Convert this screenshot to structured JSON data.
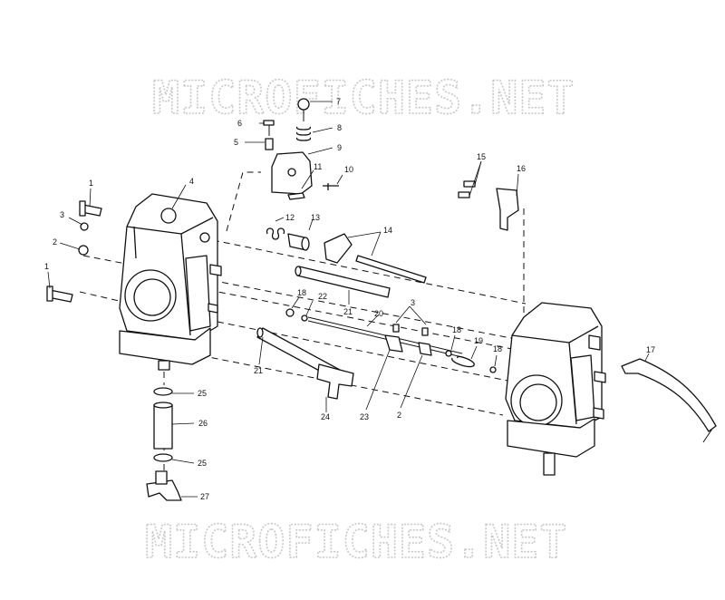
{
  "watermark": {
    "text": "MICROFICHES.NET"
  },
  "callouts": {
    "c1a": "1",
    "c1b": "1",
    "c2a": "2",
    "c2b": "2",
    "c3a": "3",
    "c3b": "3",
    "c4": "4",
    "c5": "5",
    "c6": "6",
    "c7": "7",
    "c8": "8",
    "c9": "9",
    "c10": "10",
    "c11": "11",
    "c12": "12",
    "c13": "13",
    "c14": "14",
    "c15": "15",
    "c16": "16",
    "c17": "17",
    "c18a": "18",
    "c18b": "18",
    "c18c": "18",
    "c19": "19",
    "c20": "20",
    "c21a": "21",
    "c21b": "21",
    "c22": "22",
    "c23": "23",
    "c24": "24",
    "c25a": "25",
    "c25b": "25",
    "c26": "26",
    "c27": "27"
  }
}
